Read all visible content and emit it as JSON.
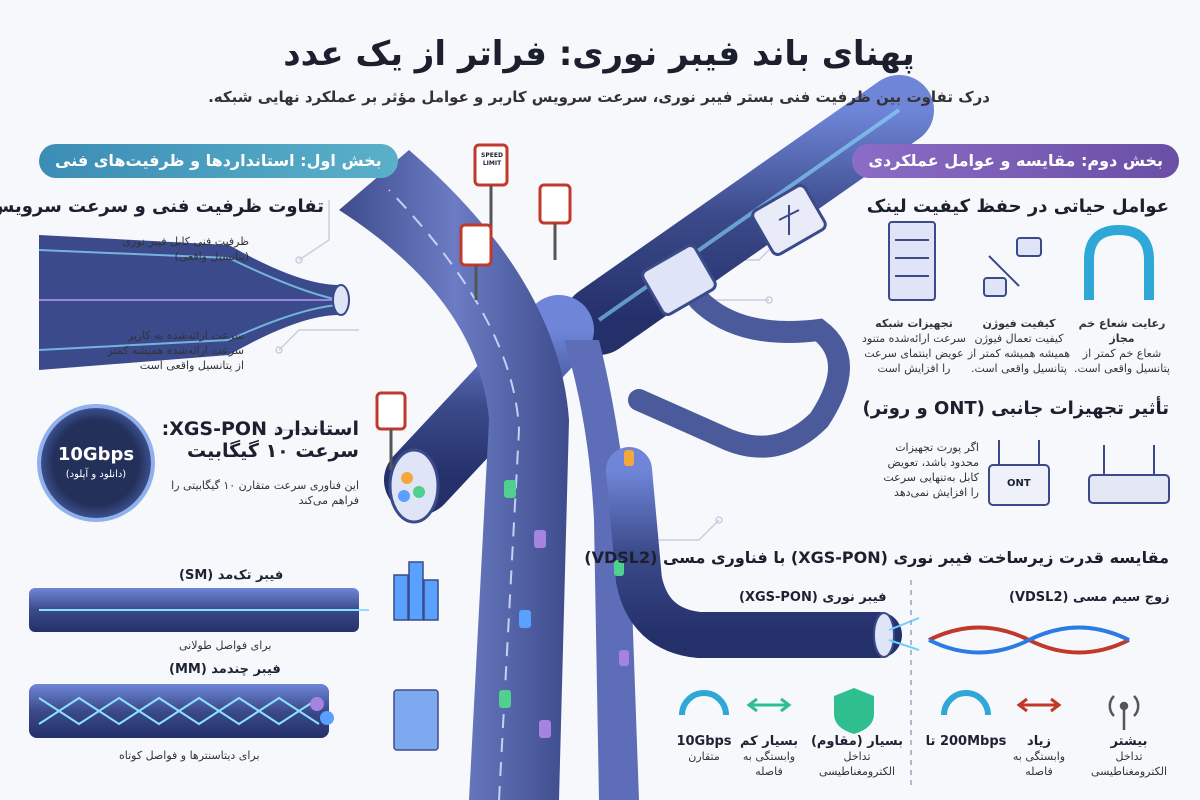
{
  "header": {
    "title": "پهنای باند فیبر نوری: فراتر از یک عدد",
    "subtitle": "درک تفاوت بین ظرفیت فنی بستر فیبر نوری، سرعت سرویس کاربر و عوامل مؤثر بر عملکرد نهایی شبکه."
  },
  "section1": {
    "pill": "بخش اول: استانداردها و ظرفیت‌های فنی",
    "capacity": {
      "heading": "تفاوت ظرفیت فنی و سرعت سرویس",
      "label_top_1": "ظرفیت فنی کابل فیبر نوری",
      "label_top_2": "(پتانسیل واقعی)",
      "label_bottom_1": "سرعت ارائه‌شده به کاربر",
      "label_bottom_2": "سرعت ارائه‌شده همیشه کمتر",
      "label_bottom_3": "از پتانسیل واقعی است"
    },
    "xgspon": {
      "heading_1": "استاندارد XGS-PON:",
      "heading_2": "سرعت ۱۰ گیگابیت",
      "desc_1": "این فناوری سرعت متقارن ۱۰ گیگابیتی را",
      "desc_2": "فراهم می‌کند",
      "badge_value": "10Gbps",
      "badge_sub": "(دانلود و آپلود)"
    },
    "sm": {
      "label": "فیبر تک‌مد (SM)",
      "desc": "برای فواصل طولانی"
    },
    "mm": {
      "label": "فیبر چندمد (MM)",
      "desc": "برای دیتاسنترها و فواصل کوتاه"
    }
  },
  "section2": {
    "pill": "بخش دوم: مقایسه و عوامل عملکردی",
    "vital": {
      "heading": "عوامل حیاتی در حفظ کیفیت لینک",
      "bend": {
        "title": "رعایت شعاع خم مجاز",
        "l1": "شعاع خم کمتر از",
        "l2": "پتانسیل واقعی است."
      },
      "fusion": {
        "title": "کیفیت فیوژن",
        "l1": "کیفیت تعمال فیوژن",
        "l2": "همیشه همیشه کمتر از",
        "l3": "پتانسیل واقعی است."
      },
      "equipment": {
        "title": "تجهیزات شبکه",
        "l1": "سرعت ارائه‌شده متنود",
        "l2": "عویض اینتمای سرعت",
        "l3": "را افزایش است"
      }
    },
    "ont": {
      "heading": "تأثیر تجهیزات جانبی (ONT و روتر)",
      "l1": "اگر پورت تجهیزات",
      "l2": "محدود باشد، تعویض",
      "l3": "کابل به‌تنهایی سرعت",
      "l4": "را افزایش نمی‌دهد",
      "device_label": "ONT"
    },
    "compare": {
      "heading": "مقایسه قدرت زیرساخت فیبر نوری (XGS-PON) با فناوری مسی (VDSL2)",
      "fiber_label": "فیبر نوری (XGS-PON)",
      "copper_label": "زوج سیم مسی (VDSL2)",
      "fiber_metrics": [
        {
          "value": "10Gbps",
          "sub": "متقارن"
        },
        {
          "value": "بسیار کم",
          "sub": "وابستگی به فاصله"
        },
        {
          "value": "بسیار (مقاوم)",
          "sub": "تداخل الکترومغناطیسی"
        }
      ],
      "copper_metrics": [
        {
          "value": "200Mbps تا",
          "sub": ""
        },
        {
          "value": "زیاد",
          "sub": "وابستگی به فاصله"
        },
        {
          "value": "بیشتر",
          "sub": "تداخل الکترومغناطیسی"
        }
      ]
    }
  },
  "signs": {
    "s1_1": "SPEED",
    "s1_2": "LIMIT"
  },
  "colors": {
    "accent_blue": "#3b8db5",
    "accent_purple": "#7b5fb8",
    "road": "#4a5a9a",
    "cable": "#3f4f8f"
  }
}
